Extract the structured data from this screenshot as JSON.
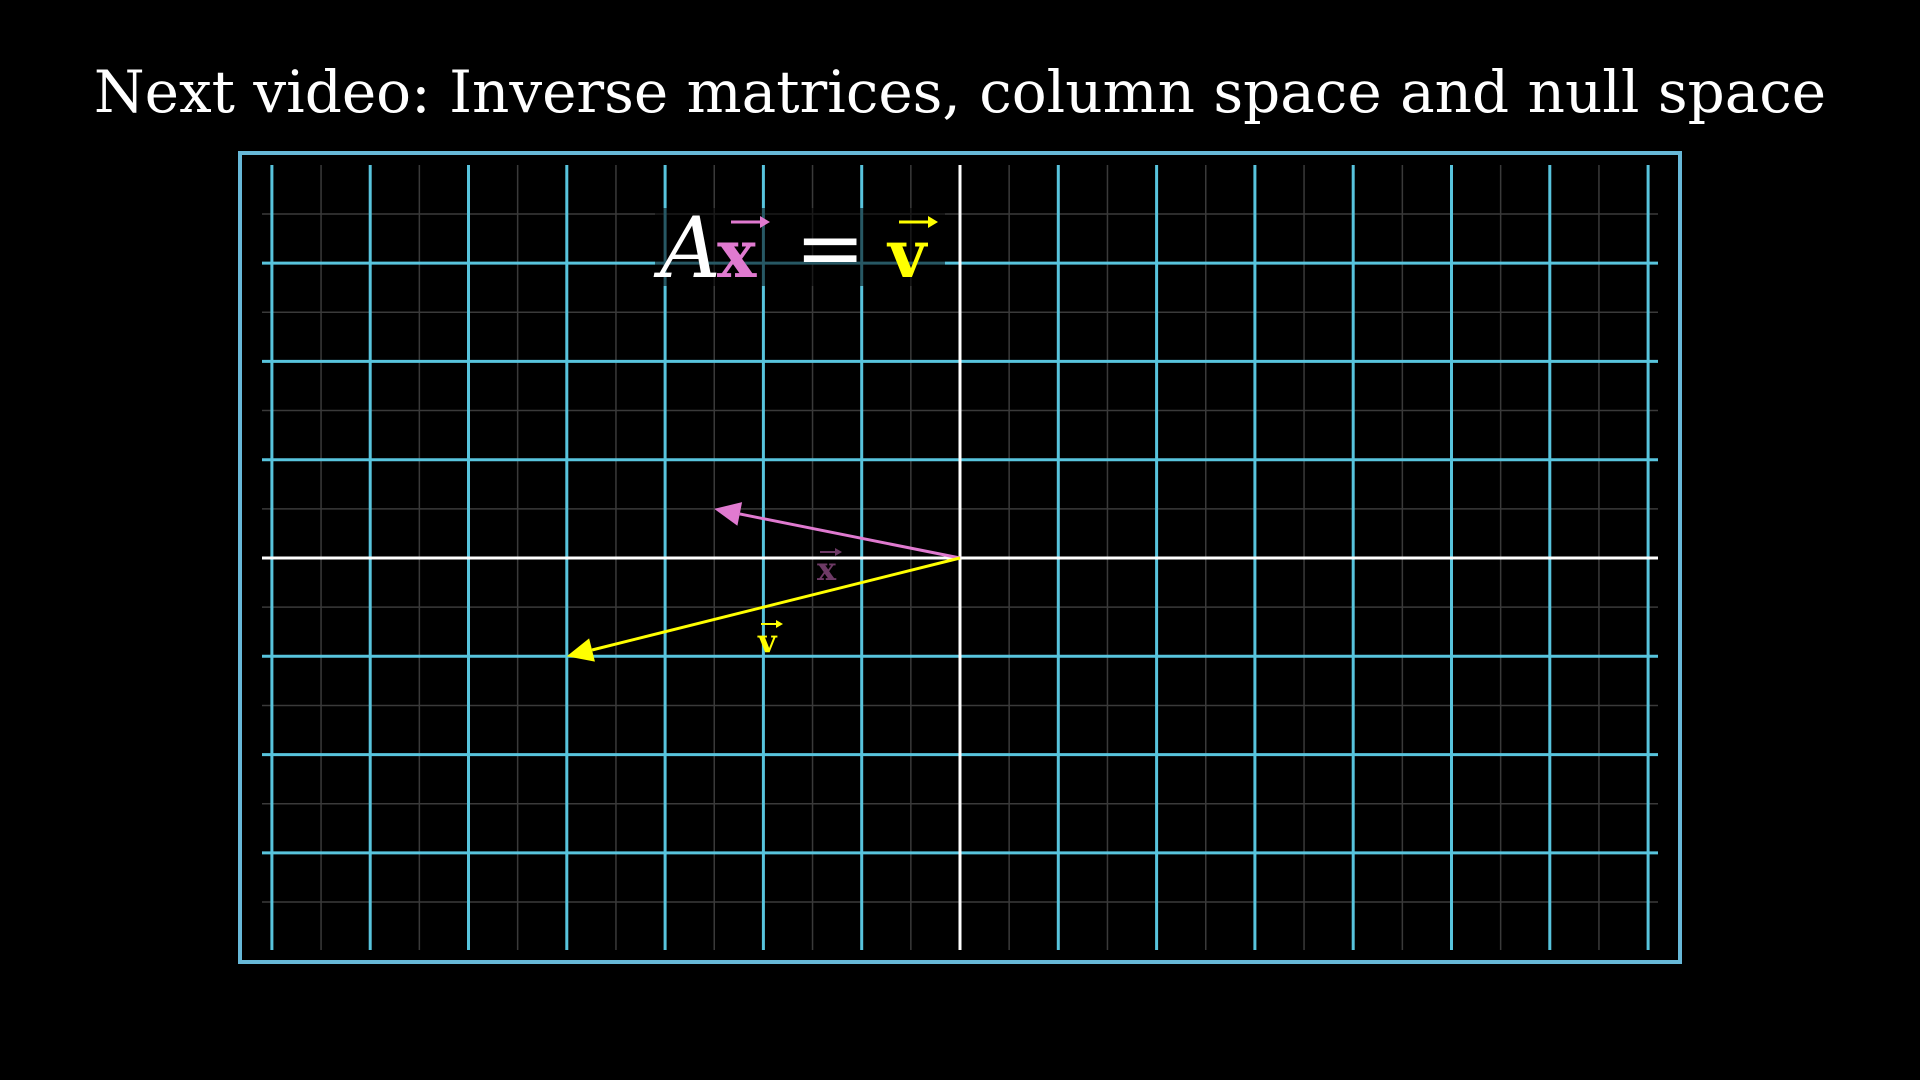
{
  "headline": "Next video: Inverse matrices, column space and null space",
  "equation": {
    "matrix": "A",
    "unknown": "x",
    "equals": "=",
    "target": "v"
  },
  "vector_labels": {
    "x": "x",
    "v": "v"
  },
  "vectors": {
    "x": [
      -2.5,
      0.5
    ],
    "v": [
      -4,
      -1
    ]
  },
  "axes": {
    "x_range": [
      -7,
      7
    ],
    "y_range": [
      -4,
      4
    ]
  },
  "colors": {
    "background": "#000000",
    "frame": "#67b8d8",
    "grid_major": "#58c4dd",
    "grid_minor": "#3a3a3a",
    "axes": "#ffffff",
    "x_vector": "#e07ad0",
    "v_vector": "#ffff00",
    "text": "#ffffff"
  }
}
